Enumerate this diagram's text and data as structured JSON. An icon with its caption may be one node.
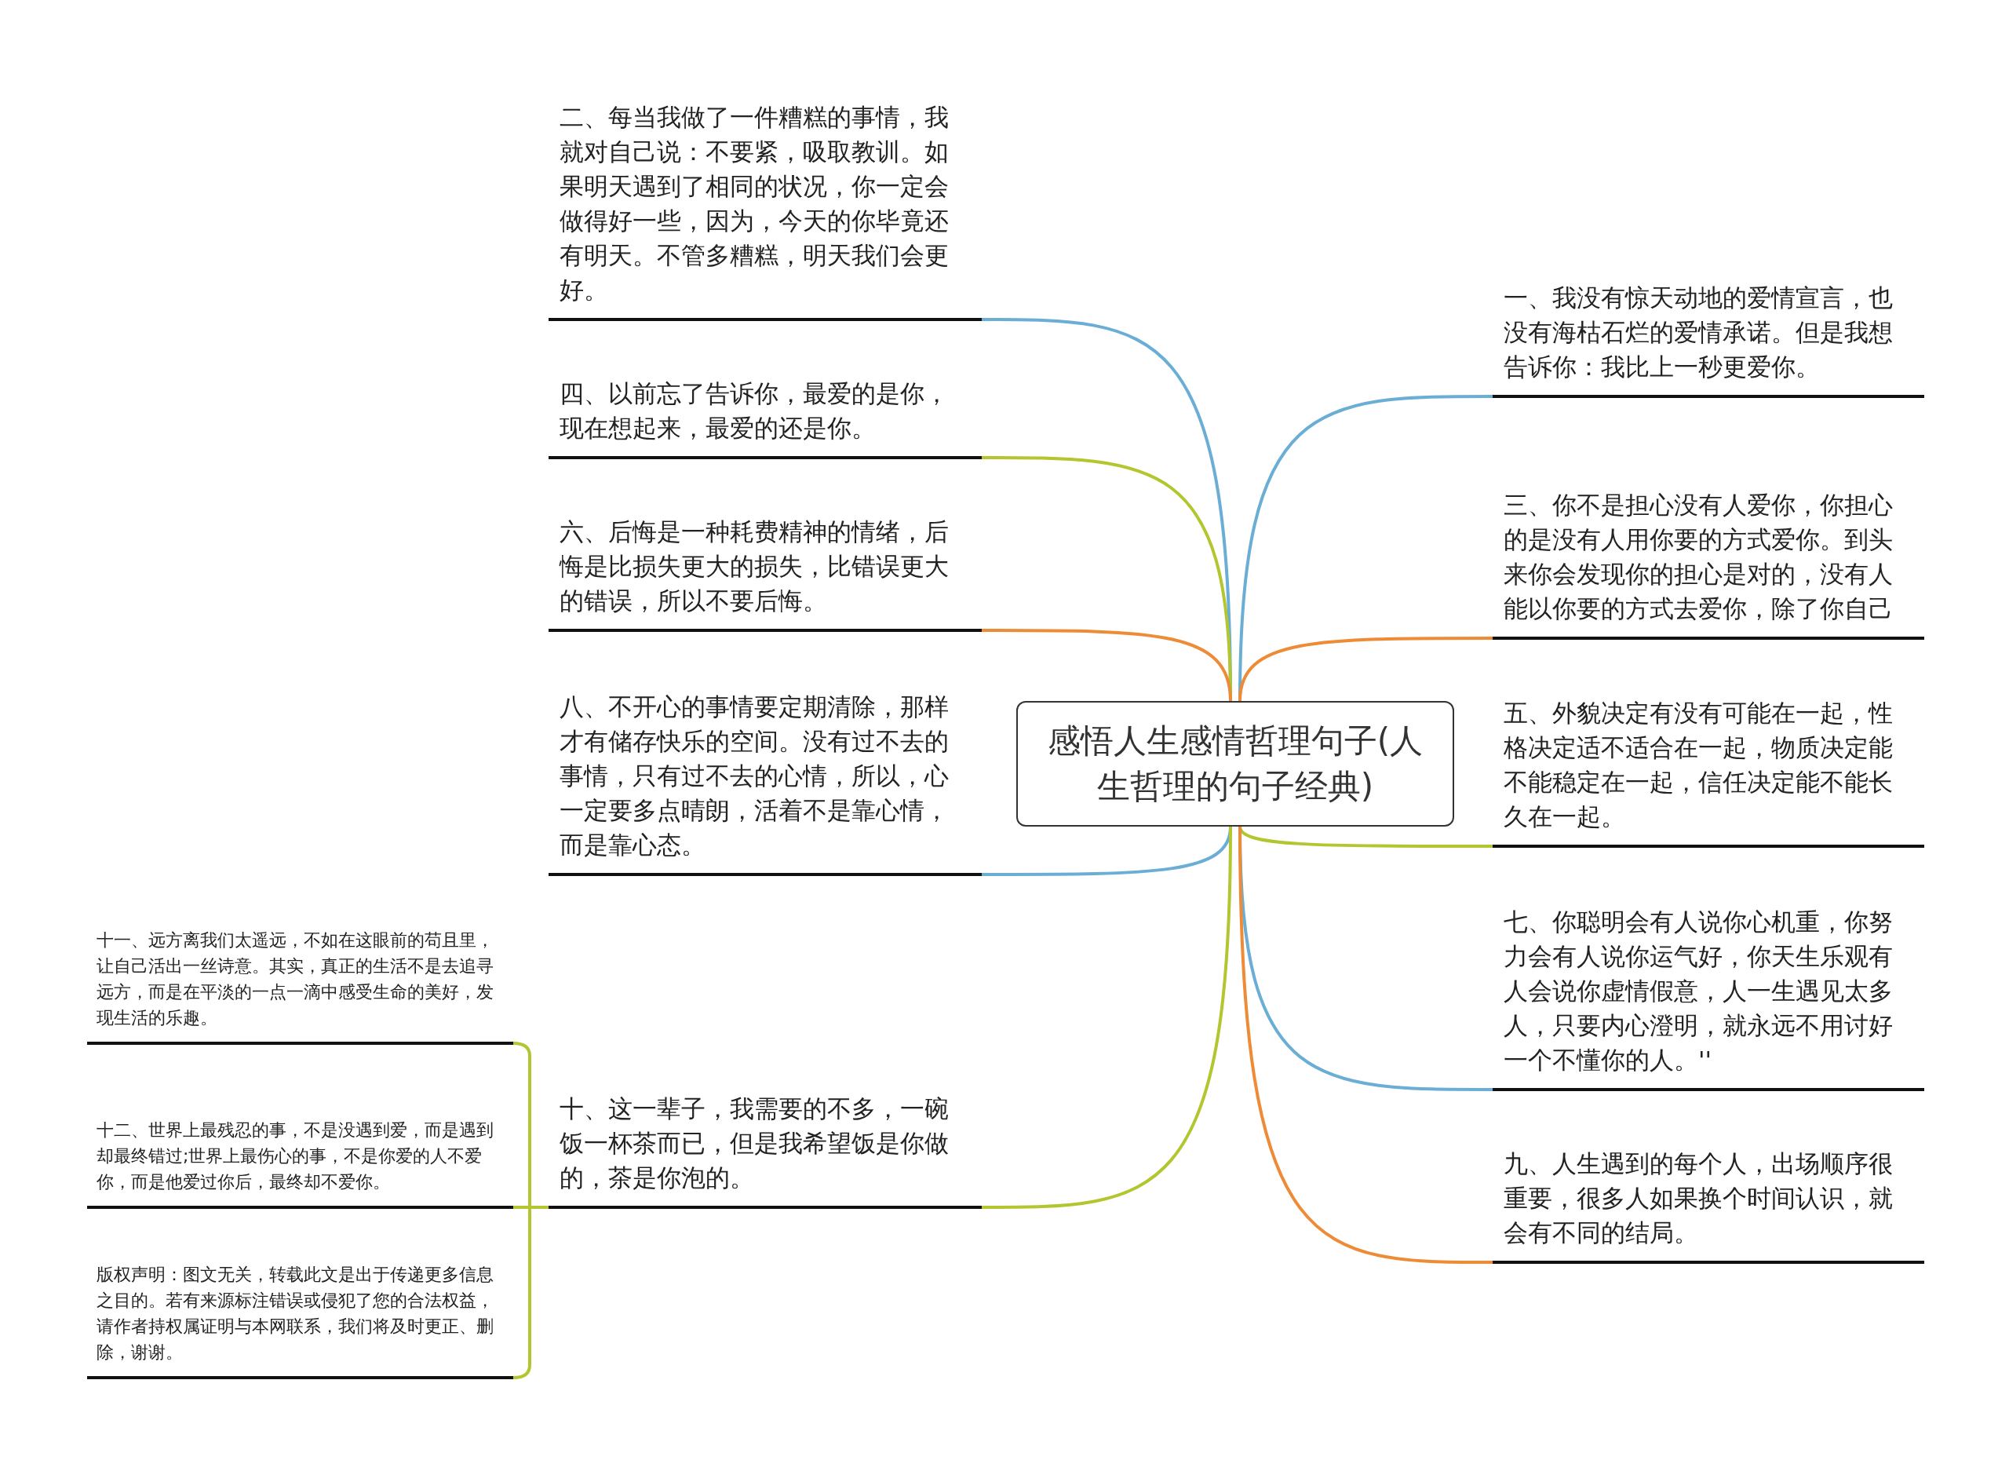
{
  "diagram": {
    "nodes": [
      {
        "text": [
          "感悟人生感情哲理句子(人生哲理的句子经典)"
        ]
      },
      {
        "text": [
          "二、每当我做了一件糟糕的事情，我就对自己说：不要紧，吸取教训。如果明天遇到了相同的状况，你一定会做得好一些，因为，今天的你毕竟还有明天。不管多糟糕，明天我们会更好。"
        ]
      },
      {
        "text": [
          "四、以前忘了告诉你，最爱的是你，现在想起来，最爱的还是你。"
        ]
      },
      {
        "text": [
          "六、后悔是一种耗费精神的情绪，后悔是比损失更大的损失，比错误更大的错误，所以不要后悔。"
        ]
      },
      {
        "text": [
          "八、不开心的事情要定期清除，那样才有储存快乐的空间。没有过不去的事情，只有过不去的心情，所以，心一定要多点晴朗，活着不是靠心情，而是靠心态。"
        ]
      },
      {
        "text": [
          "十、这一辈子，我需要的不多，一碗饭一杯茶而已，但是我希望饭是你做的，茶是你泡的。"
        ]
      },
      {
        "text": [
          "十一、远方离我们太遥远，不如在这眼前的苟且里，让自己活出一丝诗意。其实，真正的生活不是去追寻远方，而是在平淡的一点一滴中感受生命的美好，发现生活的乐趣。"
        ]
      },
      {
        "text": [
          "十二、世界上最残忍的事，不是没遇到爱，而是遇到却最终错过;世界上最伤心的事，不是你爱的人不爱你，而是他爱过你后，最终却不爱你。"
        ]
      },
      {
        "text": [
          "版权声明：图文无关，转载此文是出于传递更多信息之目的。若有来源标注错误或侵犯了您的合法权益，请作者持权属证明与本网联系，我们将及时更正、删除，谢谢。"
        ]
      },
      {
        "text": [
          "一、我没有惊天动地的爱情宣言，也没有海枯石烂的爱情承诺。但是我想告诉你：我比上一秒更爱你。"
        ]
      },
      {
        "text": [
          "三、你不是担心没有人爱你，你担心的是没有人用你要的方式爱你。到头来你会发现你的担心是对的，没有人能以你要的方式去爱你，除了你自己"
        ]
      },
      {
        "text": [
          "五、外貌决定有没有可能在一起，性格决定适不适合在一起，物质决定能不能稳定在一起，信任决定能不能长久在一起。"
        ]
      },
      {
        "text": [
          "七、你聪明会有人说你心机重，你努力会有人说你运气好，你天生乐观有人会说你虚情假意，人一生遇见太多人，只要内心澄明，就永远不用讨好一个不懂你的人。''"
        ]
      },
      {
        "text": [
          "九、人生遇到的每个人，出场顺序很重要，很多人如果换个时间认识，就会有不同的结局。"
        ]
      }
    ],
    "edges": [
      {
        "from": 0,
        "to": 1,
        "arrow": "none",
        "color": "#6aaed6"
      },
      {
        "from": 0,
        "to": 2,
        "arrow": "none"
      },
      {
        "from": 0,
        "to": 3,
        "arrow": "none",
        "color": "#ee8b36"
      },
      {
        "from": 0,
        "to": 4,
        "arrow": "none",
        "color": "#6aaed6"
      },
      {
        "from": 0,
        "to": 5,
        "arrow": "none"
      },
      {
        "from": 5,
        "to": 6,
        "arrow": "none"
      },
      {
        "from": 5,
        "to": 7,
        "arrow": "none"
      },
      {
        "from": 5,
        "to": 8,
        "arrow": "none"
      },
      {
        "from": 0,
        "to": 9,
        "arrow": "none",
        "color": "#6aaed6"
      },
      {
        "from": 0,
        "to": 10,
        "arrow": "none",
        "color": "#ee8b36"
      },
      {
        "from": 0,
        "to": 11,
        "arrow": "none"
      },
      {
        "from": 0,
        "to": 12,
        "arrow": "none",
        "color": "#6aaed6"
      },
      {
        "from": 0,
        "to": 13,
        "arrow": "none",
        "color": "#ee8b36"
      }
    ]
  }
}
